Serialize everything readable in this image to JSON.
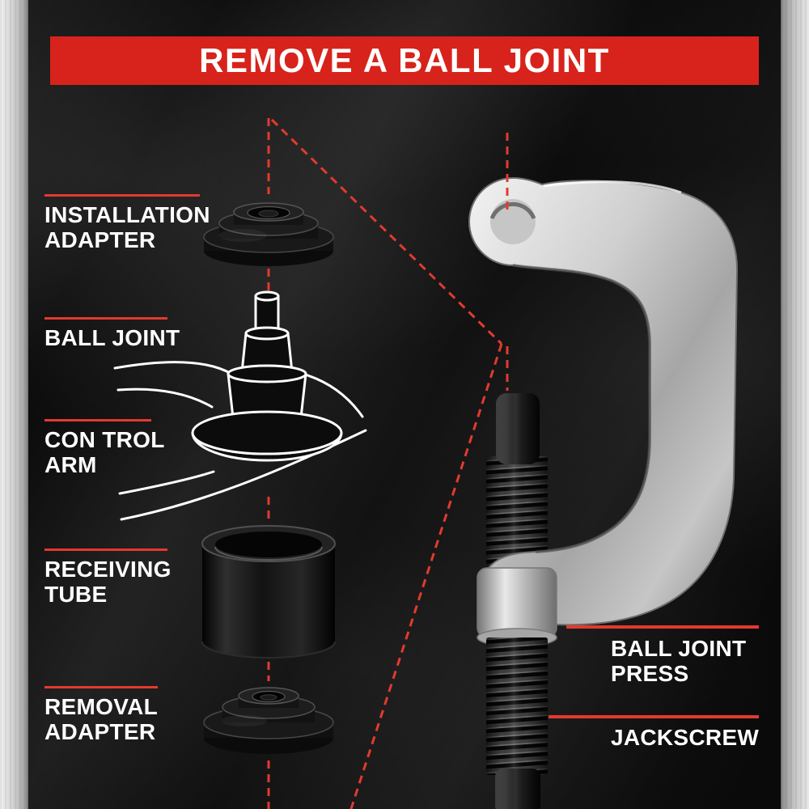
{
  "banner": {
    "title": "REMOVE A BALL JOINT"
  },
  "labels": {
    "installation_adapter": {
      "lines": [
        "INSTALLATION",
        "ADAPTER"
      ]
    },
    "ball_joint": {
      "lines": [
        "BALL JOINT"
      ]
    },
    "control_arm": {
      "lines": [
        "CON TROL",
        "ARM"
      ]
    },
    "receiving_tube": {
      "lines": [
        "RECEIVING",
        "TUBE"
      ]
    },
    "removal_adapter": {
      "lines": [
        "REMOVAL",
        "ADAPTER"
      ]
    },
    "ball_joint_press": {
      "lines": [
        "BALL JOINT",
        "PRESS"
      ]
    },
    "jackscrew": {
      "lines": [
        "JACKSCREW"
      ]
    }
  },
  "colors": {
    "banner_bg": "#d7231b",
    "banner_text": "#ffffff",
    "label_text": "#ffffff",
    "guide_red": "#e23a2e",
    "background_dark": "#0a0a0a",
    "border_gray": "#c9c9c9",
    "tool_silver": "#c0c0c0",
    "part_black": "#111111",
    "lineart_white": "#ffffff"
  }
}
